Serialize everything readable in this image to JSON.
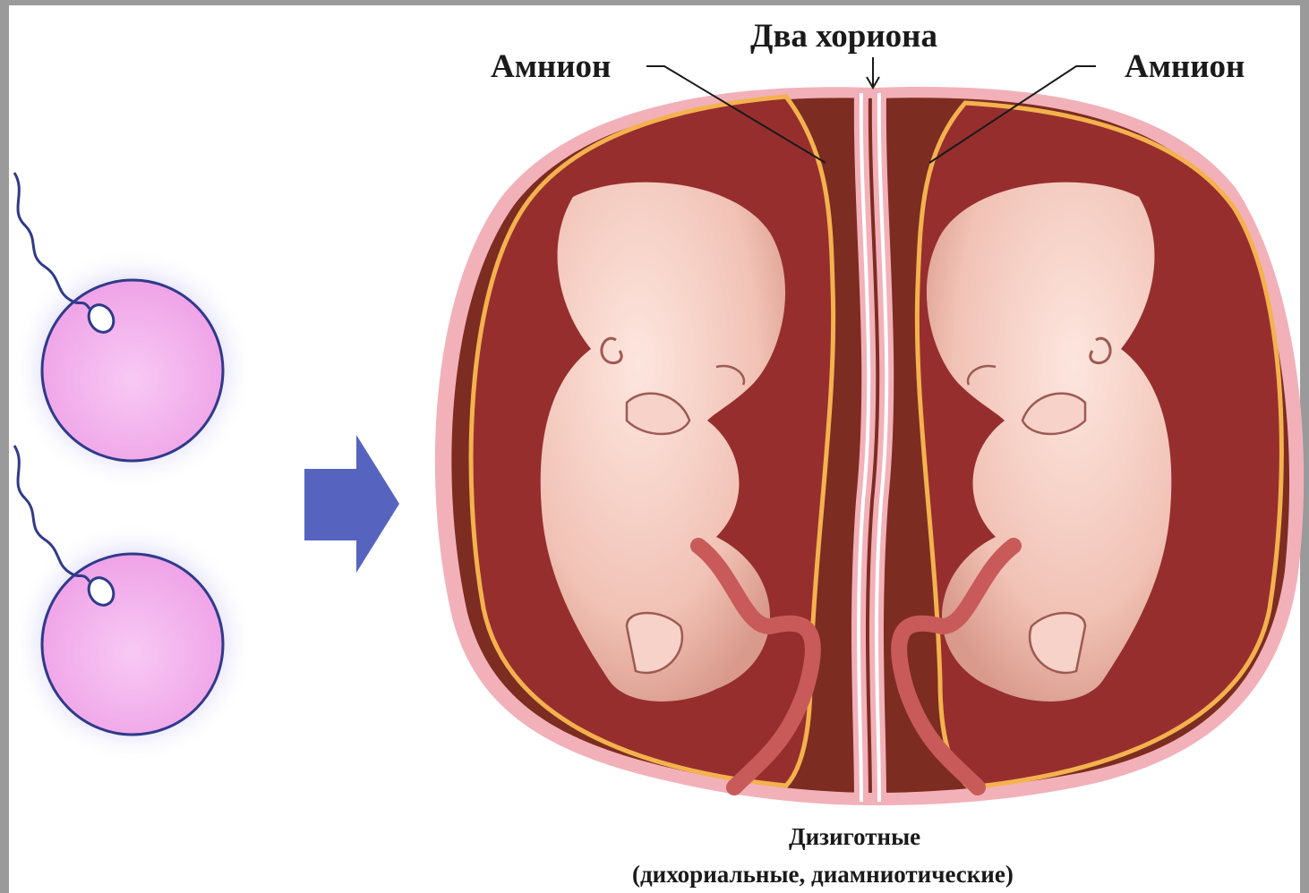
{
  "labels": {
    "amnion_left": "Амнион",
    "amnion_right": "Амнион",
    "two_chorions": "Два хориона",
    "caption_line1": "Дизиготные",
    "caption_line2": "(дихориальные, диамниотические)"
  },
  "colors": {
    "background_frame": "#9a9a9a",
    "card": "#ffffff",
    "egg_fill": "#f3b6ee",
    "egg_glow": "#c9c6f2",
    "egg_outline": "#2f3a8a",
    "arrow": "#5664c0",
    "uterus_outer": "#f2b1b9",
    "uterus_inner": "#7d2c22",
    "amniotic_fluid": "#962e2e",
    "amnion_line": "#f4b24e",
    "fetus_skin": "#f6cfc4",
    "umbilical_cord": "#c95a5a"
  },
  "icons": {
    "gamete_pair": "egg-with-sperm-icon",
    "transition": "right-arrow-icon",
    "fetus": "fetus-icon"
  }
}
